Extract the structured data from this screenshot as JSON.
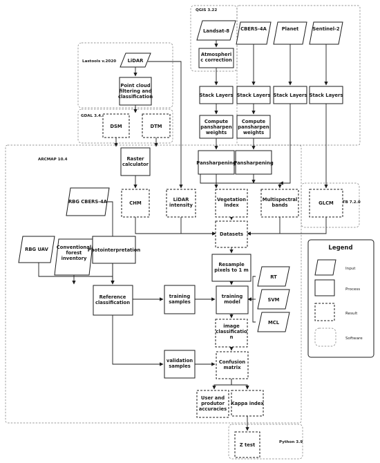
{
  "software": {
    "qgis": "QGIS 3.22",
    "lastools": "Lastools v.2020",
    "gdal": "GDAL 3.4.1",
    "arcmap": "ARCMAP 10.4",
    "otb": "OTB 7.2.0",
    "python": "Python 3.9"
  },
  "nodes": {
    "landsat": [
      "Landsat-8"
    ],
    "cbers": [
      "CBERS-4A"
    ],
    "planet": [
      "Planet"
    ],
    "sentinel": [
      "Sentinel-2"
    ],
    "atmos": [
      "Atmospheri",
      "c correction"
    ],
    "lidar": [
      "LiDAR"
    ],
    "pointcloud": [
      "Point cloud",
      "filtering and",
      "classification"
    ],
    "dsm": [
      "DSM"
    ],
    "dtm": [
      "DTM"
    ],
    "stack1": [
      "Stack Layers"
    ],
    "stack2": [
      "Stack Layers"
    ],
    "stack3": [
      "Stack Layers"
    ],
    "stack4": [
      "Stack Layers"
    ],
    "pw1": [
      "Compute",
      "pansharpen",
      "weights"
    ],
    "pw2": [
      "Compute",
      "pansharpen",
      "weights"
    ],
    "pan1": [
      "Pansharpening"
    ],
    "pan2": [
      "Pansharpening"
    ],
    "rastercalc": [
      "Raster",
      "calculator"
    ],
    "rbg_cbers": [
      "RBG CBERS-4A"
    ],
    "chm": [
      "CHM"
    ],
    "lidar_int": [
      "LiDAR",
      "intensity"
    ],
    "veg": [
      "Vegetation",
      "Index"
    ],
    "multi": [
      "Multispectral",
      "bands"
    ],
    "glcm": [
      "GLCM"
    ],
    "datasets": [
      "Datasets"
    ],
    "rbg_uav": [
      "RBG UAV"
    ],
    "forest": [
      "Conventional",
      "forest",
      "inventory"
    ],
    "photo": [
      "Photointerpretation"
    ],
    "resample": [
      "Resample",
      "pixels to 1 m"
    ],
    "rt": [
      "RT"
    ],
    "svm": [
      "SVM"
    ],
    "mcl": [
      "MCL"
    ],
    "refclass": [
      "Reference",
      "classification"
    ],
    "trainsamples": [
      "training",
      "samples"
    ],
    "trainmodel": [
      "training",
      "model"
    ],
    "imgclass": [
      "image",
      "classificatio",
      "n"
    ],
    "valsamples": [
      "validation",
      "samples"
    ],
    "confusion": [
      "Confusion",
      "matrix"
    ],
    "useracc": [
      "User and",
      "produtor",
      "accuracies"
    ],
    "kappa": [
      "Kappa index"
    ],
    "ztest": [
      "Z test"
    ]
  },
  "legend": {
    "title": "Legend",
    "input": "Input",
    "process": "Process",
    "result": "Result",
    "software": "Software"
  }
}
